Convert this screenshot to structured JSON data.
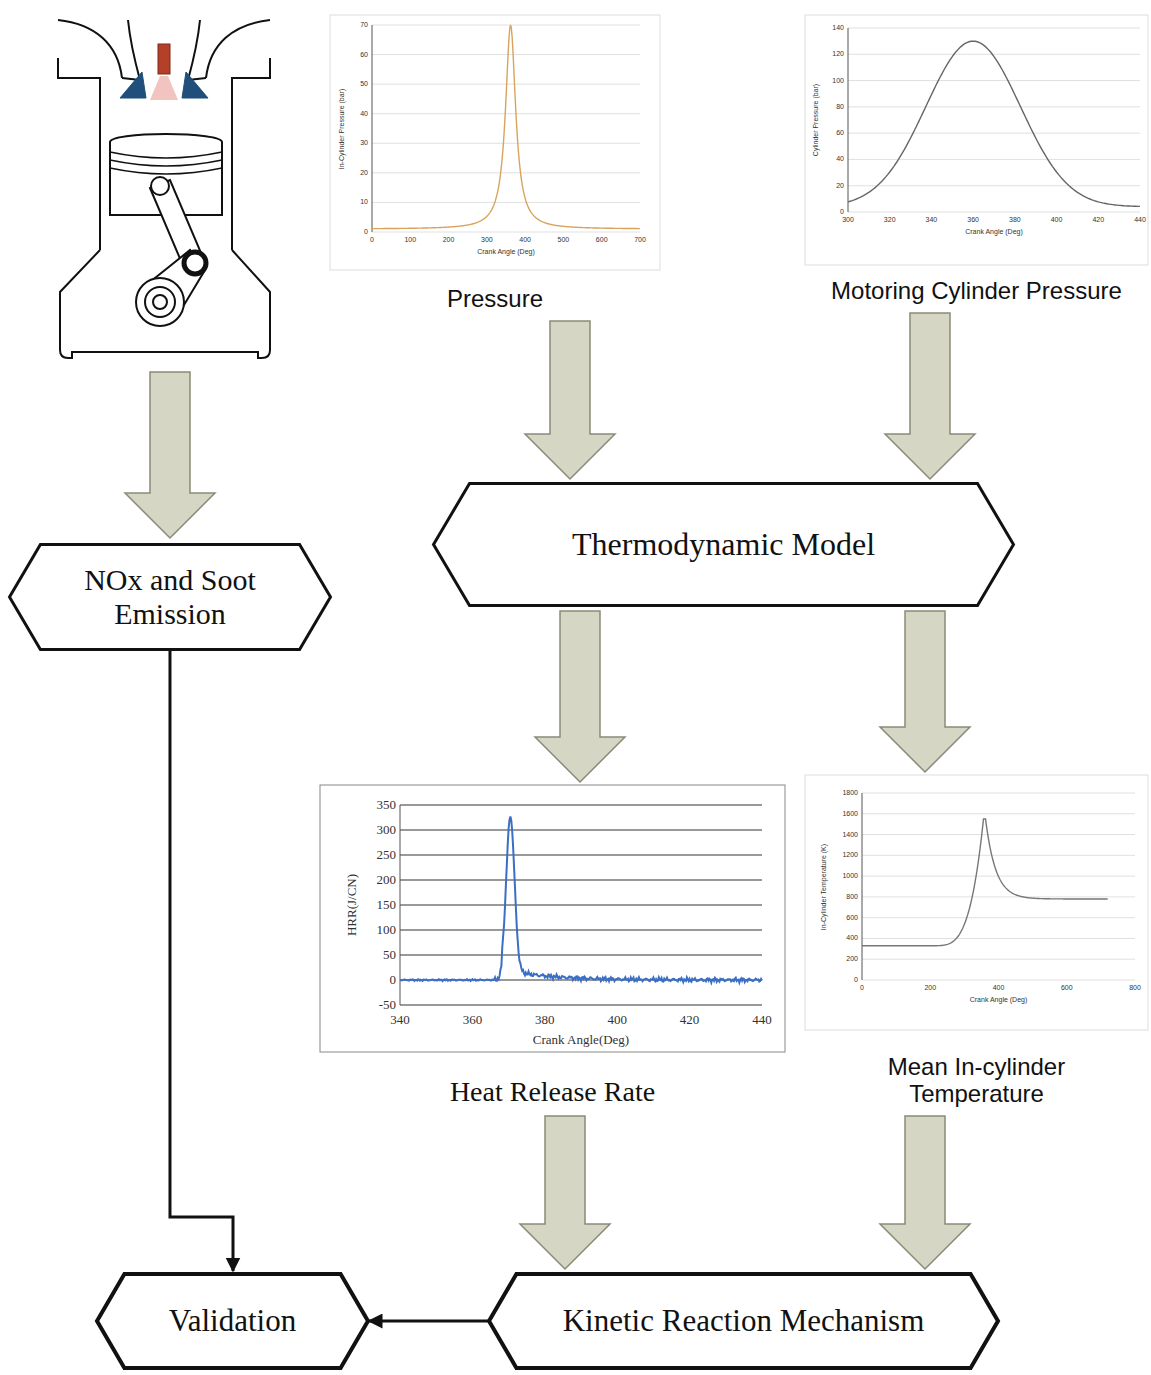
{
  "diagram": {
    "nodes": [
      {
        "text": [
          "Pressure"
        ]
      },
      {
        "text": [
          "Motoring Cylinder Pressure"
        ]
      },
      {
        "text": [
          "NOx and Soot Emission"
        ]
      },
      {
        "text": [
          "Thermodynamic Model"
        ]
      },
      {
        "text": [
          "Heat Release Rate"
        ]
      },
      {
        "text": [
          "Mean In-cylinder Temperature"
        ]
      },
      {
        "text": [
          "Validation"
        ]
      },
      {
        "text": [
          "Kinetic Reaction Mechanism"
        ]
      }
    ],
    "edges": [
      {
        "from": 0,
        "to": 3,
        "arrow": "to"
      },
      {
        "from": 1,
        "to": 3,
        "arrow": "to"
      },
      {
        "from": 3,
        "to": 4,
        "arrow": "to"
      },
      {
        "from": 3,
        "to": 5,
        "arrow": "to"
      },
      {
        "from": 4,
        "to": 7,
        "arrow": "to"
      },
      {
        "from": 5,
        "to": 7,
        "arrow": "to"
      },
      {
        "from": 2,
        "to": 6,
        "arrow": "to"
      },
      {
        "from": 7,
        "to": 6,
        "arrow": "to"
      }
    ],
    "labels": [
      "0",
      "10",
      "20",
      "30",
      "40",
      "50",
      "60",
      "70",
      "0",
      "100",
      "200",
      "300",
      "400",
      "500",
      "600",
      "700",
      "In-Cylinder Pressure (bar)",
      "Crank Angle (Deg)",
      "0",
      "20",
      "40",
      "60",
      "80",
      "100",
      "120",
      "140",
      "300",
      "320",
      "340",
      "360",
      "380",
      "400",
      "420",
      "440",
      "Cylinder Pressure (bar)",
      "Crank Angle (Deg)",
      "-50",
      "0",
      "50",
      "100",
      "150",
      "200",
      "250",
      "300",
      "350",
      "340",
      "360",
      "380",
      "400",
      "420",
      "440",
      "HRR(J/CN)",
      "Crank Angle(Deg)",
      "0",
      "200",
      "400",
      "600",
      "800",
      "1000",
      "1200",
      "1400",
      "1600",
      "1800",
      "0",
      "200",
      "400",
      "600",
      "800",
      "In-Cylinder Temperature (K)",
      "Crank Angle (Deg)"
    ]
  }
}
